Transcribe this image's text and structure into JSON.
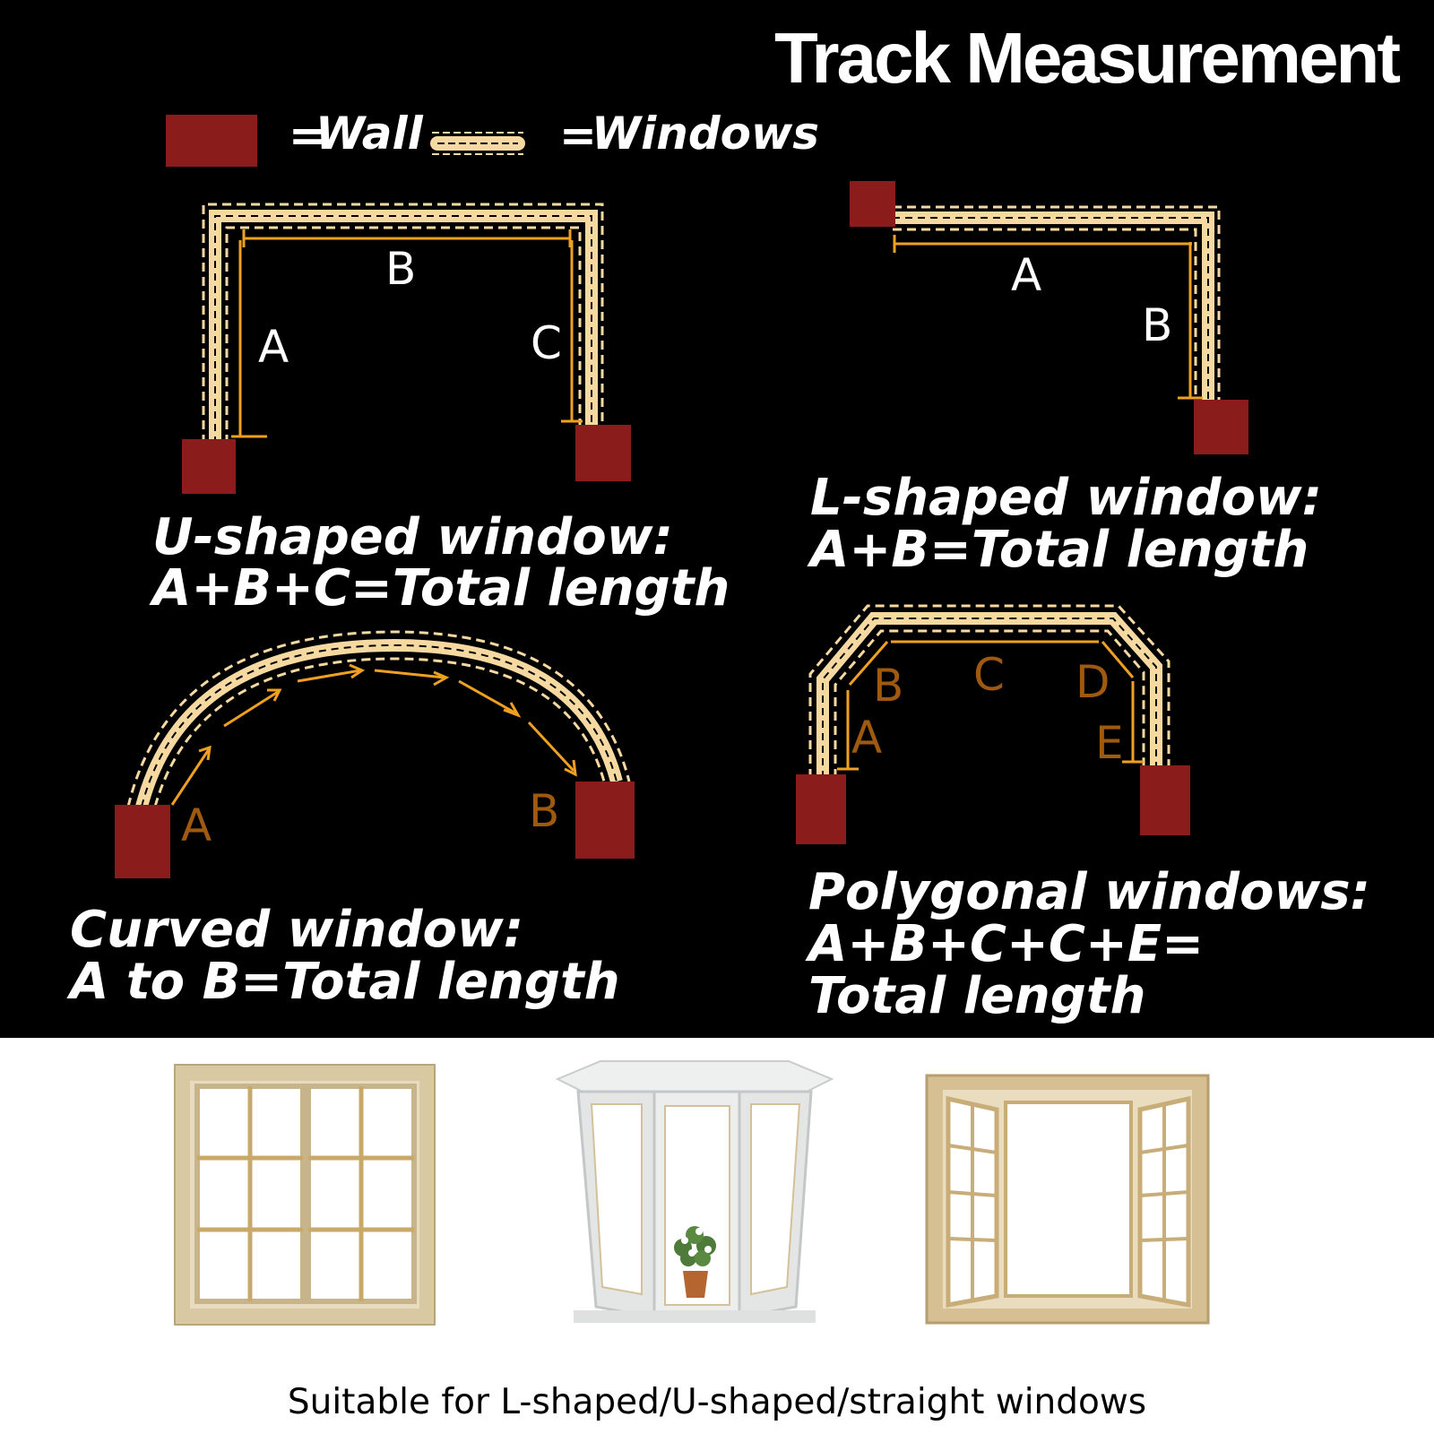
{
  "title": "Track Measurement",
  "legend": {
    "wall_label": "Wall",
    "window_label": "Windows",
    "equals": "="
  },
  "diagrams": {
    "u_shaped": {
      "segments": [
        "A",
        "B",
        "C"
      ],
      "caption_line1": "U-shaped window:",
      "caption_line2": "A+B+C=Total length"
    },
    "l_shaped": {
      "segments": [
        "A",
        "B"
      ],
      "caption_line1": "L-shaped window:",
      "caption_line2": "A+B=Total length"
    },
    "curved": {
      "segments": [
        "A",
        "B"
      ],
      "caption_line1": "Curved window:",
      "caption_line2": "A to B=Total length"
    },
    "polygonal": {
      "segments": [
        "A",
        "B",
        "C",
        "D",
        "E"
      ],
      "caption_line1": "Polygonal windows:",
      "caption_line2": "A+B+C+C+E=",
      "caption_line3": "Total length"
    }
  },
  "footer": "Suitable for L-shaped/U-shaped/straight windows",
  "colors": {
    "background_top": "#000000",
    "background_bottom": "#ffffff",
    "wall": "#8b1c1c",
    "track": "#f5d9a0",
    "measure_line": "#f0a020",
    "dim_label": "#a05a10",
    "text": "#ffffff"
  }
}
